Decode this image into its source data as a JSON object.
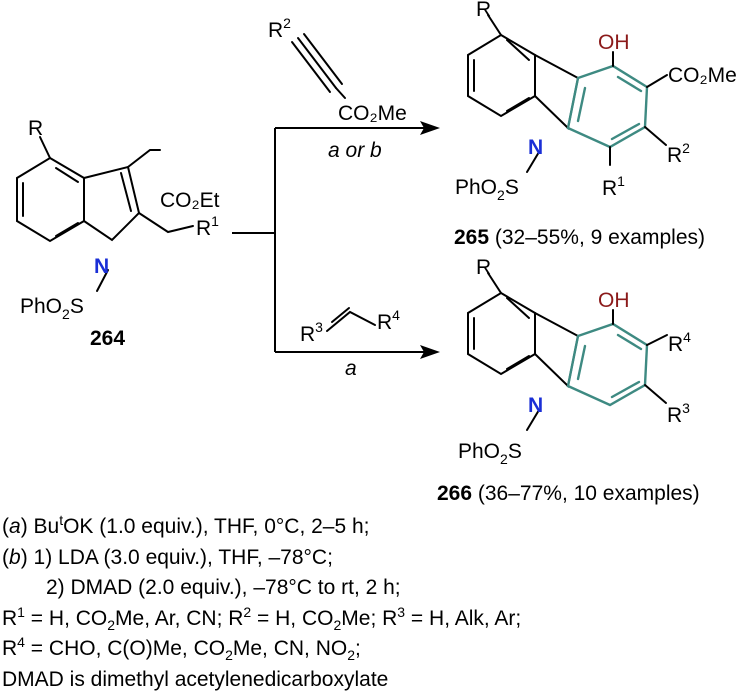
{
  "reactant": {
    "label": "264",
    "substituent_r": "R",
    "ester": "CO₂Et",
    "r1_base": "R",
    "r1_sup": "1",
    "nitrogen": "N",
    "sulfonyl_a": "PhO",
    "sulfonyl_sub": "2",
    "sulfonyl_b": "S"
  },
  "reagent_top": {
    "r2_base": "R",
    "r2_sup": "2",
    "ester": "CO₂Me",
    "conditions": "a or b"
  },
  "reagent_bottom": {
    "r3_base": "R",
    "r3_sup": "3",
    "r4_base": "R",
    "r4_sup": "4",
    "conditions": "a"
  },
  "product_top": {
    "label": "265",
    "yield": " (32–55%, 9 examples)",
    "substituent_r": "R",
    "hydroxy": "OH",
    "ester": "CO₂Me",
    "nitrogen": "N",
    "r2_base": "R",
    "r2_sup": "2",
    "r1_base": "R",
    "r1_sup": "1",
    "sulfonyl_a": "PhO",
    "sulfonyl_sub": "2",
    "sulfonyl_b": "S"
  },
  "product_bottom": {
    "label": "266",
    "yield": " (36–77%, 10 examples)",
    "substituent_r": "R",
    "hydroxy": "OH",
    "nitrogen": "N",
    "r4_base": "R",
    "r4_sup": "4",
    "r3_base": "R",
    "r3_sup": "3",
    "sulfonyl_a": "PhO",
    "sulfonyl_sub": "2",
    "sulfonyl_b": "S"
  },
  "conditions": {
    "a_open": "(",
    "a_key": "a",
    "a_close": ") Bu",
    "a_sup": "t",
    "a_text": "OK (1.0 equiv.), THF, 0°C, 2–5 h;",
    "b_open": "(",
    "b_key": "b",
    "b_text": ") 1) LDA (3.0 equiv.), THF, –78°C;",
    "b_step2": "2) DMAD (2.0 equiv.), –78°C to rt, 2 h;",
    "r_defs_1": "R",
    "r_defs_1_sup": "1",
    "r_defs_1_text": " = H, CO",
    "r_defs_1_sub": "2",
    "r_defs_1_text2": "Me, Ar, CN; R",
    "r_defs_2_sup": "2",
    "r_defs_2_text": " = H, CO",
    "r_defs_2_sub": "2",
    "r_defs_2_text2": "Me; R",
    "r_defs_3_sup": "3",
    "r_defs_3_text": " = H, Alk, Ar;",
    "r4_line_a": "R",
    "r4_line_sup": "4",
    "r4_line_text": " = CHO, C(O)Me, CO",
    "r4_line_sub": "2",
    "r4_line_text2": "Me, CN, NO",
    "r4_line_sub2": "2",
    "r4_line_text3": ";",
    "dmad_note": "DMAD is dimethyl acetylenedicarboxylate"
  }
}
